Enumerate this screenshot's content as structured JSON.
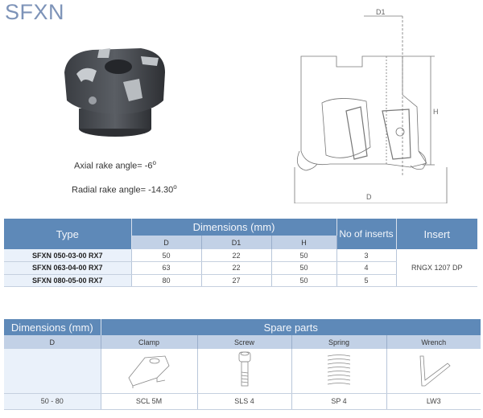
{
  "title": "SFXN",
  "angles": {
    "axial": "Axial rake angle= -6",
    "radial": "Radial rake angle= -14.30",
    "degree": "o"
  },
  "drawing_labels": {
    "d1": "D1",
    "h": "H",
    "d": "D"
  },
  "table1": {
    "headers": {
      "type": "Type",
      "dimensions": "Dimensions (mm)",
      "inserts": "No of inserts",
      "insert": "Insert"
    },
    "sub_headers": [
      "D",
      "D1",
      "H"
    ],
    "rows": [
      {
        "type": "SFXN 050-03-00 RX7",
        "D": "50",
        "D1": "22",
        "H": "50",
        "inserts": "3"
      },
      {
        "type": "SFXN 063-04-00 RX7",
        "D": "63",
        "D1": "22",
        "H": "50",
        "inserts": "4"
      },
      {
        "type": "SFXN 080-05-00 RX7",
        "D": "80",
        "D1": "27",
        "H": "50",
        "inserts": "5"
      }
    ],
    "insert_value": "RNGX 1207 DP"
  },
  "table2": {
    "headers": {
      "dimensions": "Dimensions (mm)",
      "spare_parts": "Spare parts"
    },
    "sub_headers": [
      "D",
      "Clamp",
      "Screw",
      "Spring",
      "Wrench"
    ],
    "icons": [
      "clamp-icon",
      "screw-icon",
      "spring-icon",
      "wrench-icon"
    ],
    "values": [
      "50 - 80",
      "SCL 5M",
      "SLS 4",
      "SP 4",
      "LW3"
    ]
  },
  "colors": {
    "header_blue": "#5e89b8",
    "subheader_blue": "#c2d1e6",
    "row_tint": "#eaf1fa",
    "title": "#7d93b8"
  }
}
